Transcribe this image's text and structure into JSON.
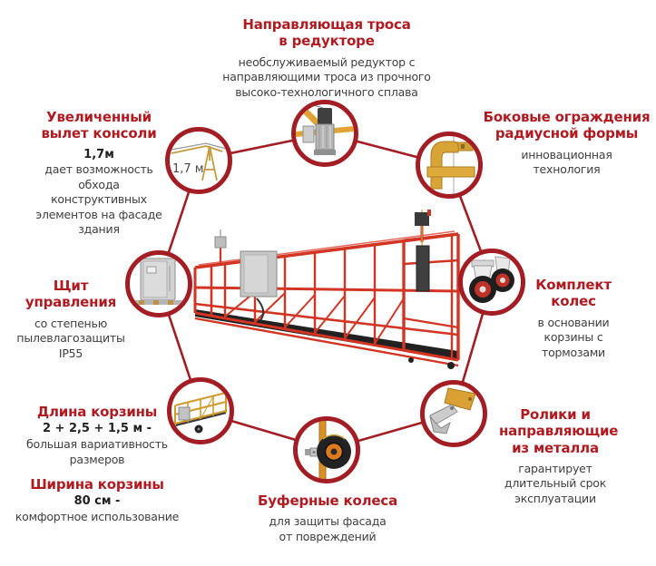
{
  "colors": {
    "accent_red": "#b01b21",
    "connector_red": "#a31e24",
    "platform_red": "#d6372a",
    "component_yellow": "#d9a133",
    "body_text": "#3f3f3f"
  },
  "features": {
    "reducer": {
      "title": "Направляющая троса\nв редукторе",
      "desc": "необслуживаемый редуктор с\nнаправляющими троса из прочного\nвысоко-технологичного сплава"
    },
    "console": {
      "title": "Увеличенный\nвылет консоли",
      "value": "1,7м",
      "desc": "дает возможность\nобхода\nконструктивных\nэлементов на фасаде\nздания",
      "icon_label": "1,7 м"
    },
    "side_guards": {
      "title": "Боковые ограждения\nрадиусной формы",
      "desc": "инновационная\nтехнология"
    },
    "control_panel": {
      "title": "Щит\nуправления",
      "desc": "со степенью\nпылевлагозащиты\nIP55"
    },
    "wheel_kit": {
      "title": "Комплект\nколес",
      "desc": "в основании\nкорзины с\nтормозами"
    },
    "basket_length": {
      "title": "Длина корзины",
      "value": "2 + 2,5 + 1,5 м -",
      "desc": "большая вариативность\nразмеров"
    },
    "basket_width": {
      "title": "Ширина корзины",
      "value": "80 см -",
      "desc": "комфортное использование"
    },
    "rollers": {
      "title": "Ролики и\nнаправляющие\nиз металла",
      "desc": "гарантирует\nдлительный срок\nэксплуатации"
    },
    "buffer_wheels": {
      "title": "Буферные колеса",
      "desc": "для защиты фасада\nот повреждений"
    }
  }
}
